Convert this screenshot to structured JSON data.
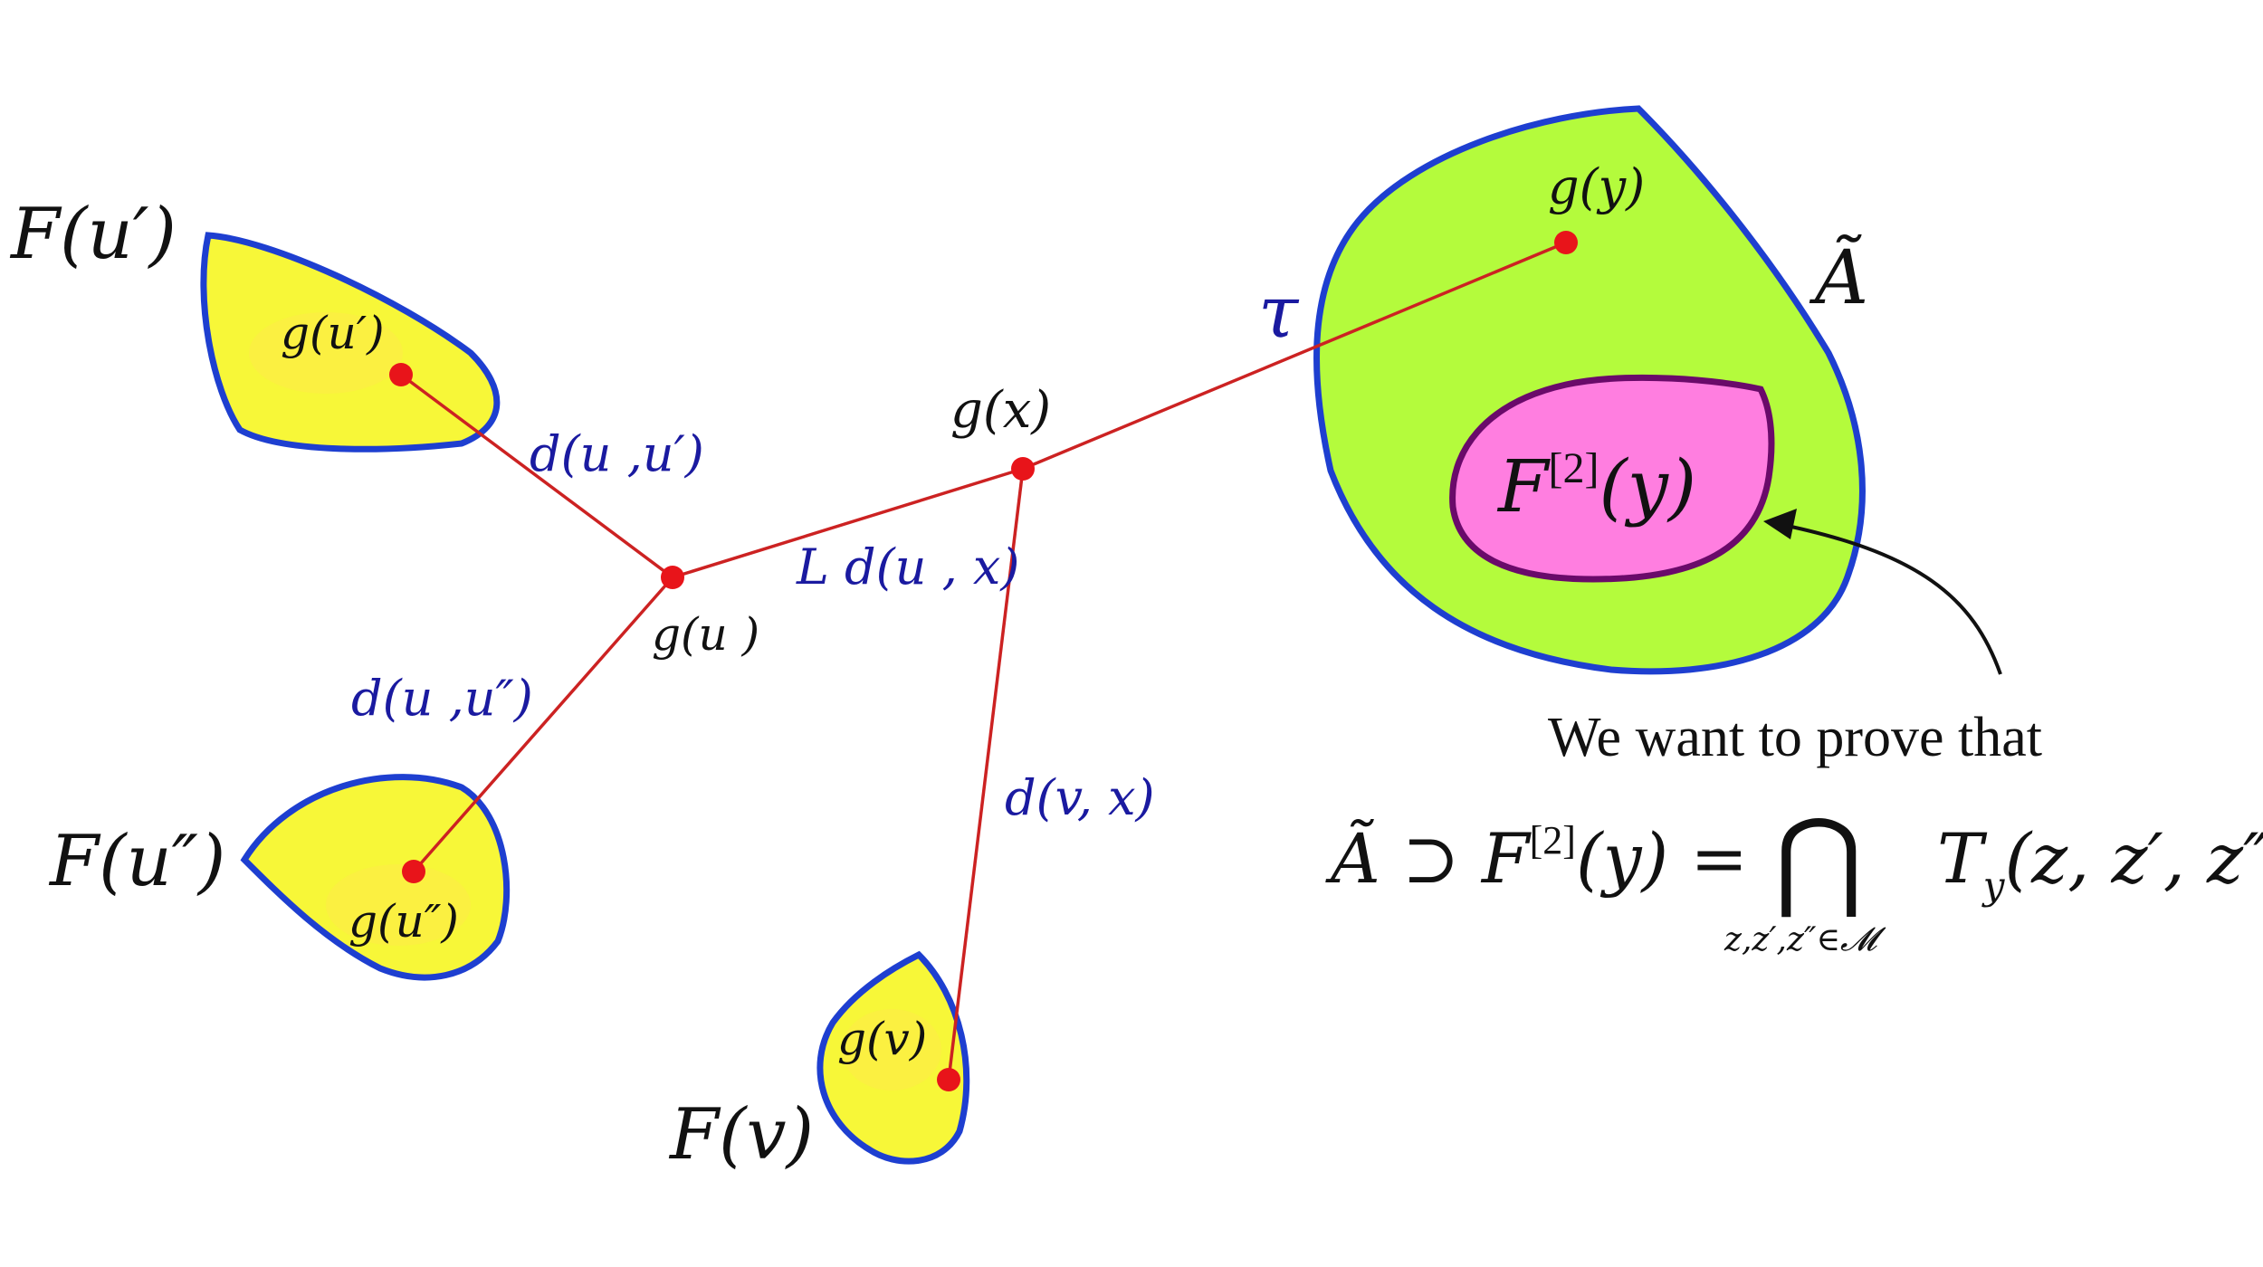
{
  "colors": {
    "yellow_fill": "#f7f738",
    "green_fill": "#b4fb3c",
    "pink_fill": "#ff7ee0",
    "blue_outline": "#1e3fd0",
    "purple_outline": "#6a0a6a",
    "red_line": "#cc2222",
    "red_dot": "#e8141a",
    "label_blue": "#1a1aa0",
    "label_black": "#111111"
  },
  "regions": {
    "F_u_prime": {
      "label": "F(u′)",
      "inner_label": "g(u′)"
    },
    "F_u_dprime": {
      "label": "F(u″)",
      "inner_label": "g(u″)"
    },
    "F_v": {
      "label": "F(v)",
      "inner_label": "g(v)"
    },
    "A_tilde": {
      "label": "Ã",
      "inner_label": "g(y)"
    },
    "F2_y": {
      "label_base": "F",
      "label_sup": "[2]",
      "label_arg": "(y)"
    }
  },
  "points": {
    "g_u": "g(u )",
    "g_x": "g(x)"
  },
  "edge_labels": {
    "d_u_uprime": "d(u ,u′)",
    "d_u_udprime": "d(u ,u″)",
    "L_d_u_x": {
      "italic": "L",
      "rest": " d(u , x)"
    },
    "d_v_x": "d(v, x)",
    "tau": "τ"
  },
  "annotation": {
    "text": "We want to prove that",
    "formula_left": "Ã ⊃ F",
    "formula_sup": "[2]",
    "formula_mid": "(y) =",
    "formula_cap": "⋂",
    "formula_T": "T",
    "formula_T_sub": "y",
    "formula_args": "(z, z′, z″)",
    "formula_index": "z,z′,z″∈𝓜"
  }
}
